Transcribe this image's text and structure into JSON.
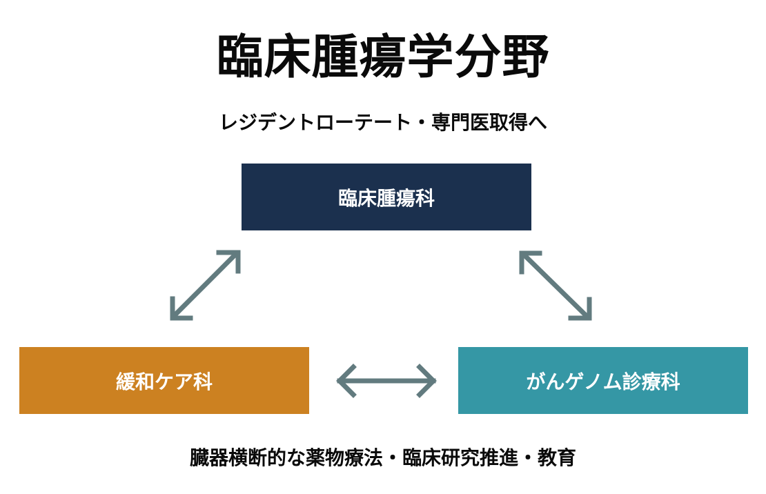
{
  "title": "臨床腫瘍学分野",
  "subtitle": "レジデントローテート・専門医取得へ",
  "nodes": {
    "top": {
      "label": "臨床腫瘍科",
      "color": "#1b304e"
    },
    "left": {
      "label": "緩和ケア科",
      "color": "#cc8121"
    },
    "right": {
      "label": "がんゲノム診療科",
      "color": "#3597a5"
    }
  },
  "footer": "臓器横断的な薬物療法・臨床研究推進・教育",
  "colors": {
    "arrow": "#627b7f",
    "text": "#0a0a0a",
    "background": "#ffffff"
  }
}
